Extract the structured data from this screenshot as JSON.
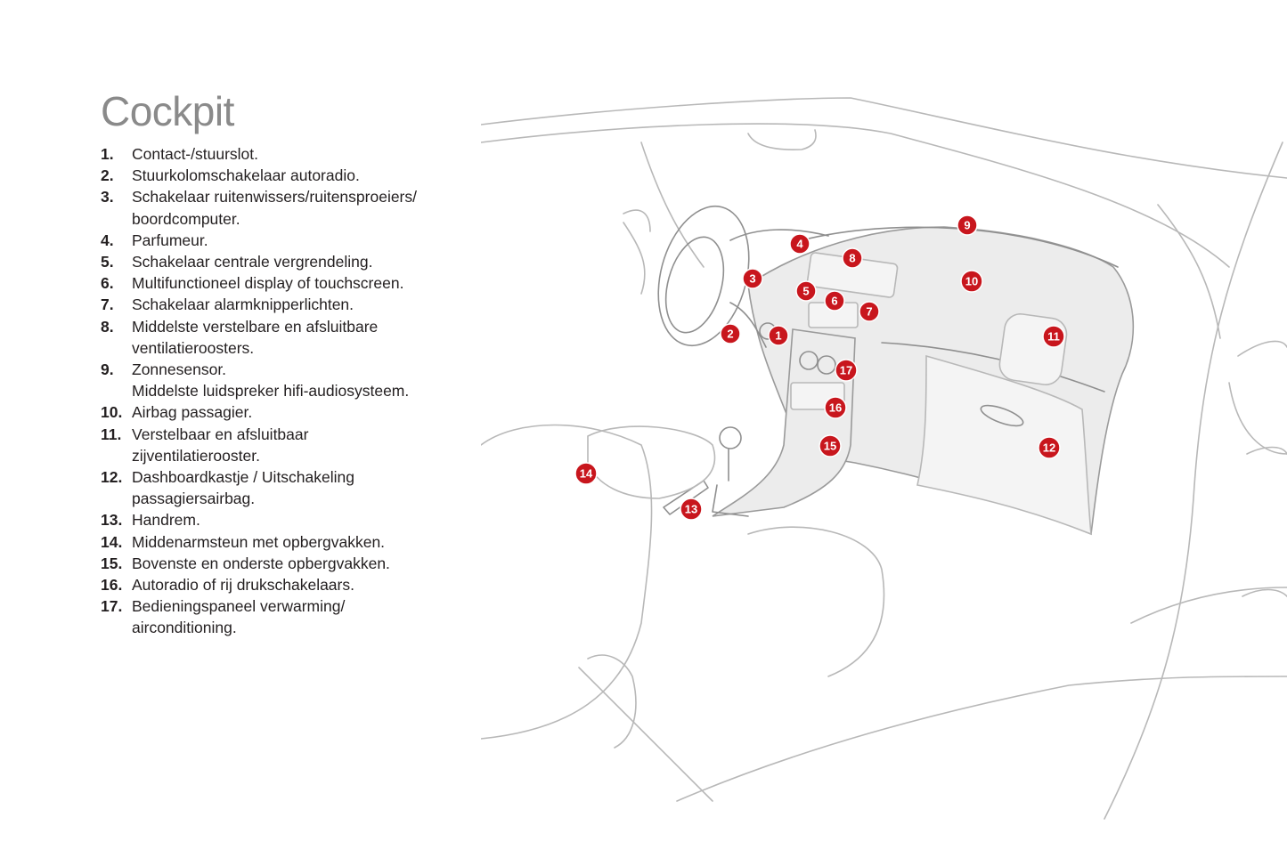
{
  "page": {
    "title": "Cockpit"
  },
  "items": [
    {
      "num": "1.",
      "lines": [
        "Contact-/stuurslot."
      ]
    },
    {
      "num": "2.",
      "lines": [
        "Stuurkolomschakelaar autoradio."
      ]
    },
    {
      "num": "3.",
      "lines": [
        "Schakelaar ruitenwissers/ruitensproeiers/",
        "boordcomputer."
      ]
    },
    {
      "num": "4.",
      "lines": [
        "Parfumeur."
      ]
    },
    {
      "num": "5.",
      "lines": [
        "Schakelaar centrale vergrendeling."
      ]
    },
    {
      "num": "6.",
      "lines": [
        "Multifunctioneel display of touchscreen."
      ]
    },
    {
      "num": "7.",
      "lines": [
        "Schakelaar alarmknipperlichten."
      ]
    },
    {
      "num": "8.",
      "lines": [
        "Middelste verstelbare en afsluitbare",
        "ventilatieroosters."
      ]
    },
    {
      "num": "9.",
      "lines": [
        "Zonnesensor.",
        "Middelste luidspreker hifi-audiosysteem."
      ]
    },
    {
      "num": "10.",
      "lines": [
        "Airbag passagier."
      ]
    },
    {
      "num": "11.",
      "lines": [
        "Verstelbaar en afsluitbaar",
        "zijventilatierooster."
      ]
    },
    {
      "num": "12.",
      "lines": [
        "Dashboardkastje / Uitschakeling",
        "passagiersairbag."
      ]
    },
    {
      "num": "13.",
      "lines": [
        "Handrem."
      ]
    },
    {
      "num": "14.",
      "lines": [
        "Middenarmsteun met opbergvakken."
      ]
    },
    {
      "num": "15.",
      "lines": [
        "Bovenste en onderste opbergvakken."
      ]
    },
    {
      "num": "16.",
      "lines": [
        "Autoradio of rij drukschakelaars."
      ]
    },
    {
      "num": "17.",
      "lines": [
        "Bedieningspaneel verwarming/",
        "airconditioning."
      ]
    }
  ],
  "illustration": {
    "description": "Car cockpit line drawing with numbered callouts",
    "marker_color": "#c8161d",
    "markers": [
      "1",
      "2",
      "3",
      "4",
      "5",
      "6",
      "7",
      "8",
      "9",
      "10",
      "11",
      "12",
      "13",
      "14",
      "15",
      "16",
      "17"
    ]
  }
}
